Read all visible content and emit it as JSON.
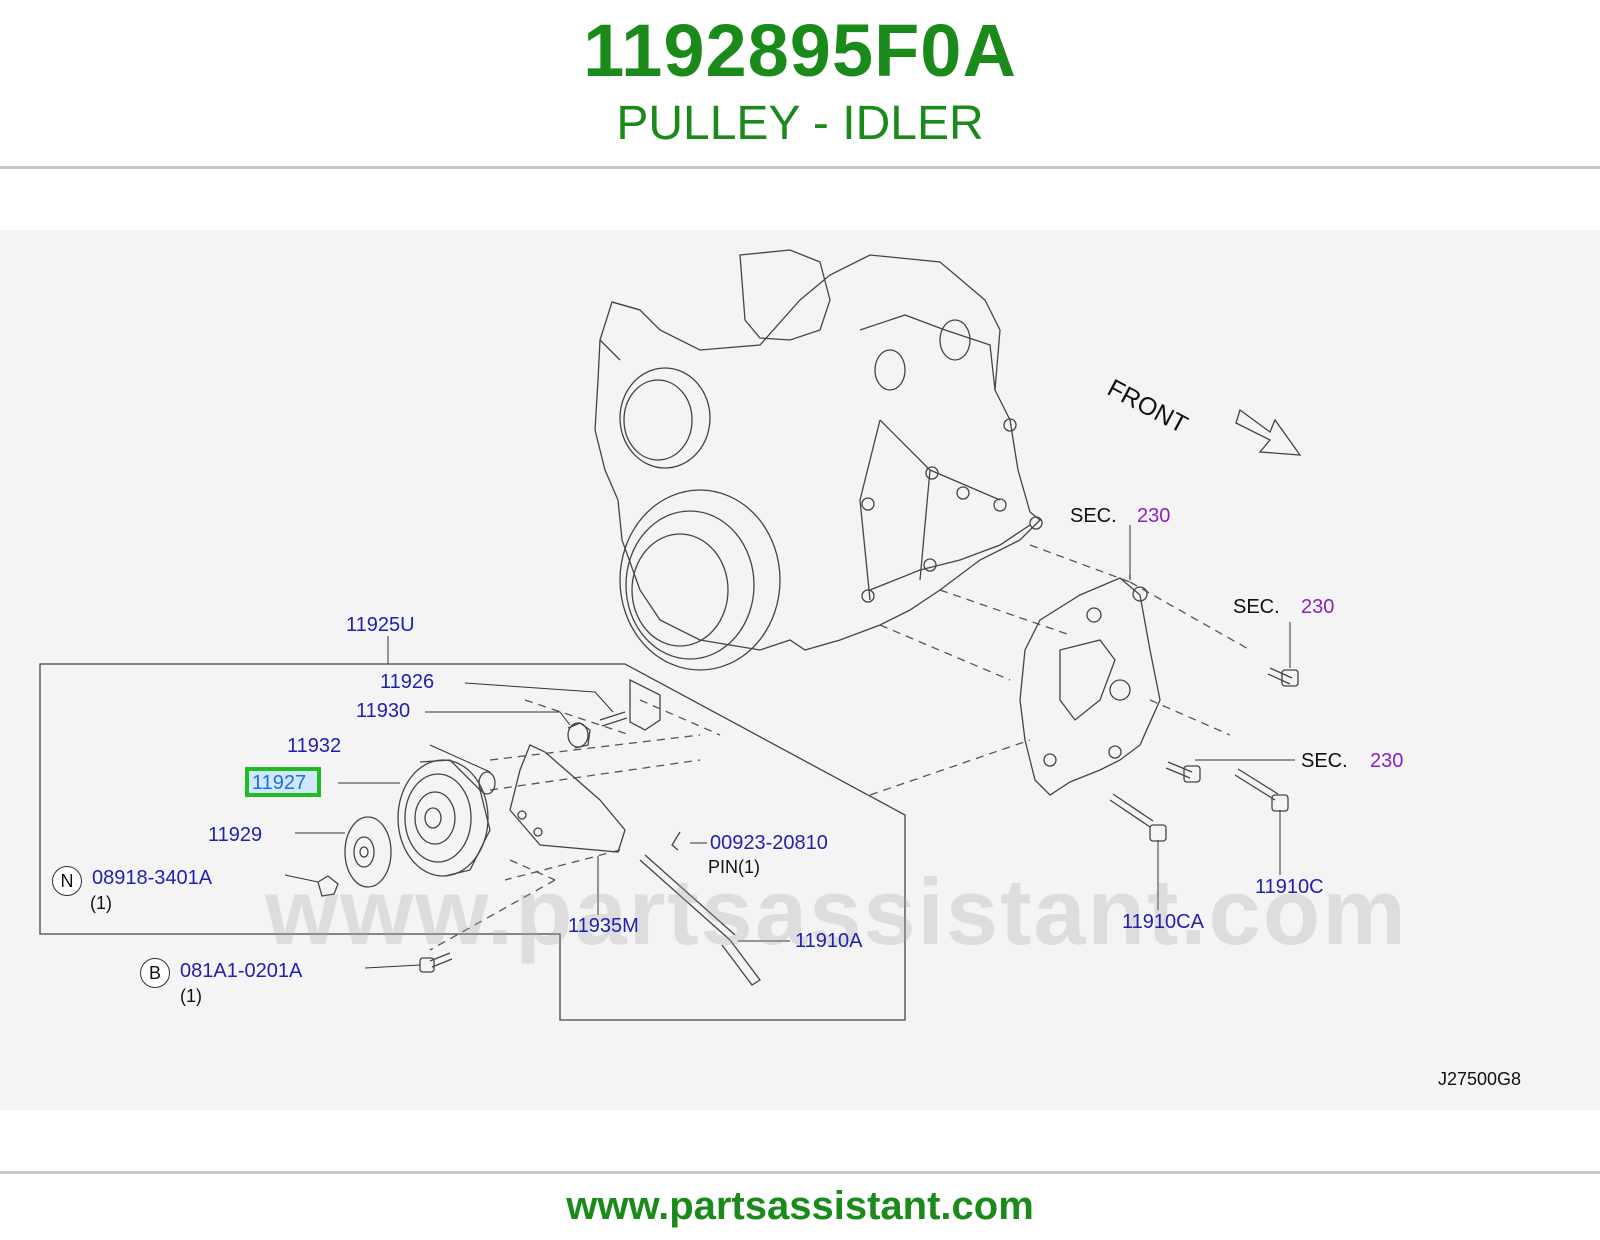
{
  "header": {
    "part_number": "1192895F0A",
    "part_name": "PULLEY - IDLER"
  },
  "diagram": {
    "front_label": "FRONT",
    "watermark": "www.partsassistant.com",
    "diagram_code": "J27500G8",
    "sec_labels": [
      {
        "prefix": "SEC.",
        "number": "230"
      },
      {
        "prefix": "SEC.",
        "number": "230"
      },
      {
        "prefix": "SEC.",
        "number": "230"
      }
    ],
    "callouts": {
      "c11925U": "11925U",
      "c11926": "11926",
      "c11930": "11930",
      "c11932": "11932",
      "c11927": "11927",
      "c11929": "11929",
      "c08918": "08918-3401A",
      "c08918_qty": "(1)",
      "c08918_sym": "N",
      "c081A1": "081A1-0201A",
      "c081A1_qty": "(1)",
      "c081A1_sym": "B",
      "c11935M": "11935M",
      "c00923": "00923-20810",
      "c00923_pin": "PIN(1)",
      "c11910A": "11910A",
      "c11910CA": "11910CA",
      "c11910C": "11910C"
    },
    "highlighted_part": "11927",
    "colors": {
      "callout": "#1f1fb0",
      "section": "#8b1fc4",
      "highlight_border": "#22bb22",
      "brand_green": "#1a8a1a"
    }
  },
  "footer": {
    "url": "www.partsassistant.com"
  }
}
